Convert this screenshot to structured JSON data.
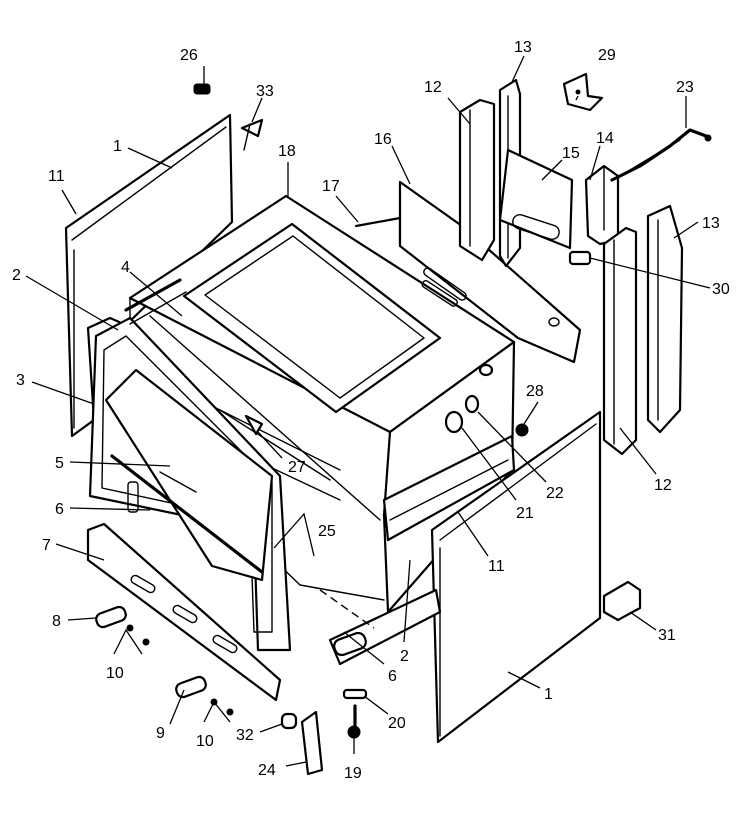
{
  "callouts": [
    {
      "id": "c1a",
      "text": "1"
    },
    {
      "id": "c1b",
      "text": "1"
    },
    {
      "id": "c2a",
      "text": "2"
    },
    {
      "id": "c2b",
      "text": "2"
    },
    {
      "id": "c3",
      "text": "3"
    },
    {
      "id": "c4",
      "text": "4"
    },
    {
      "id": "c5",
      "text": "5"
    },
    {
      "id": "c6a",
      "text": "6"
    },
    {
      "id": "c6b",
      "text": "6"
    },
    {
      "id": "c7",
      "text": "7"
    },
    {
      "id": "c8",
      "text": "8"
    },
    {
      "id": "c9",
      "text": "9"
    },
    {
      "id": "c10a",
      "text": "10"
    },
    {
      "id": "c10b",
      "text": "10"
    },
    {
      "id": "c11a",
      "text": "11"
    },
    {
      "id": "c11b",
      "text": "11"
    },
    {
      "id": "c12a",
      "text": "12"
    },
    {
      "id": "c12b",
      "text": "12"
    },
    {
      "id": "c13a",
      "text": "13"
    },
    {
      "id": "c13b",
      "text": "13"
    },
    {
      "id": "c14",
      "text": "14"
    },
    {
      "id": "c15",
      "text": "15"
    },
    {
      "id": "c16",
      "text": "16"
    },
    {
      "id": "c17",
      "text": "17"
    },
    {
      "id": "c18",
      "text": "18"
    },
    {
      "id": "c19",
      "text": "19"
    },
    {
      "id": "c20",
      "text": "20"
    },
    {
      "id": "c21",
      "text": "21"
    },
    {
      "id": "c22",
      "text": "22"
    },
    {
      "id": "c23",
      "text": "23"
    },
    {
      "id": "c24",
      "text": "24"
    },
    {
      "id": "c25",
      "text": "25"
    },
    {
      "id": "c26",
      "text": "26"
    },
    {
      "id": "c27",
      "text": "27"
    },
    {
      "id": "c28",
      "text": "28"
    },
    {
      "id": "c29",
      "text": "29"
    },
    {
      "id": "c30",
      "text": "30"
    },
    {
      "id": "c31",
      "text": "31"
    },
    {
      "id": "c32",
      "text": "32"
    },
    {
      "id": "c33",
      "text": "33"
    }
  ],
  "colors": {
    "line": "#000000",
    "background": "#ffffff"
  }
}
